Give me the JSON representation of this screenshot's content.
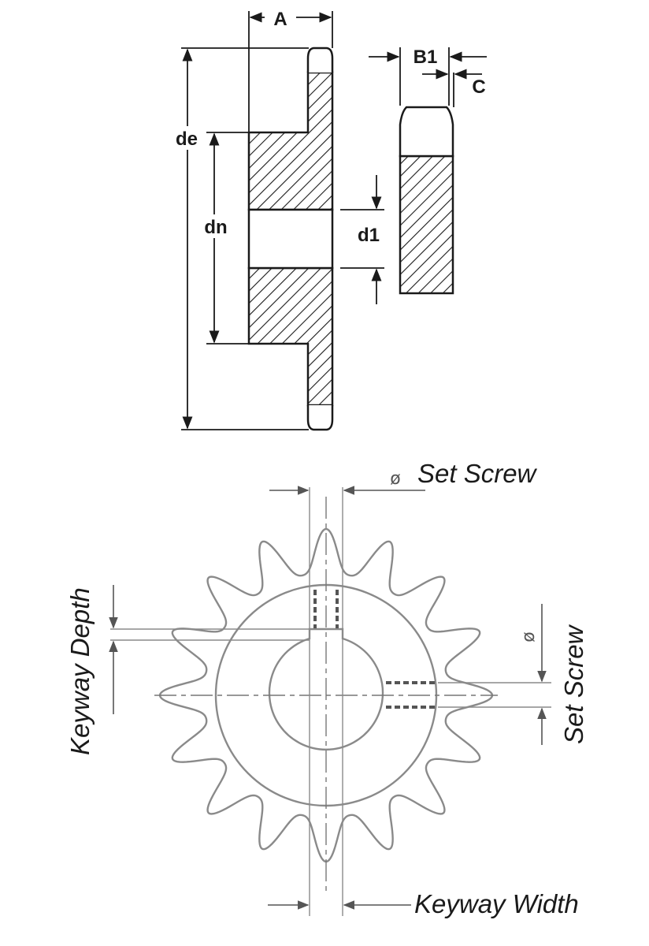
{
  "colors": {
    "outline": "#1a1a1a",
    "hatch": "#1a1a1a",
    "gear": "#8a8a8a",
    "centerline": "#777777",
    "dashed_hole": "#555555",
    "background": "#ffffff"
  },
  "side_view": {
    "labels": {
      "a": "A",
      "de": "de",
      "dn": "dn",
      "d1": "d1",
      "b1": "B1",
      "c": "C"
    }
  },
  "front_view": {
    "tooth_count": 16,
    "labels": {
      "set_screw_top": "Set Screw",
      "set_screw_right": "Set Screw",
      "keyway_depth": "Keyway Depth",
      "keyway_width": "Keyway Width",
      "diameter_symbol": "ø"
    }
  }
}
